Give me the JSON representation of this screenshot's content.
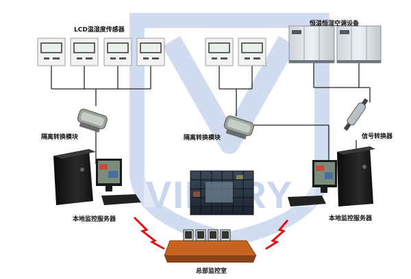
{
  "labels": {
    "lcd_sensor": "LCD温湿度传感器",
    "ac_equipment": "恒温恒湿空调设备",
    "isolation_converter_left": "隔离转换模块",
    "isolation_converter_center": "隔离转换模块",
    "signal_converter": "信号转换器",
    "local_server_left": "本地监控服务器",
    "local_server_right": "本地监控服务器",
    "hq_control_room": "总部监控室"
  },
  "watermark": {
    "text": "VIRTRY"
  },
  "colors": {
    "watermark": "#c9d6ee",
    "lightning": "#e01010",
    "wire": "#222222",
    "console": "#c86420"
  }
}
